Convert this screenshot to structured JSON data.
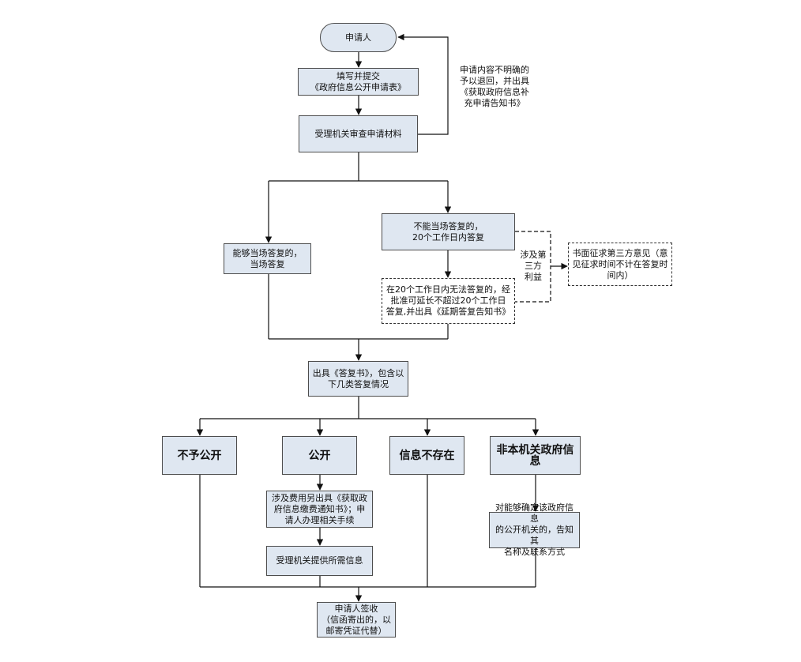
{
  "nodes": {
    "applicant": "申请人",
    "fill_form": "填写并提交\n《政府信息公开申请表》",
    "review": "受理机关审查申请材料",
    "cannot_answer": "不能当场答复的，\n20个工作日内答复",
    "can_answer": "能够当场答复的，\n当场答复",
    "extension": "在20个工作日内无法答复的，经\n批准可延长不超过20个工作日\n答复,并出具《延期答复告知书》",
    "third_party": "书面征求第三方意见（意\n见征求时间不计在答复时\n间内）",
    "reply_letter": "出具《答复书》，包含以\n下几类答复情况",
    "not_public": "不予公开",
    "public": "公开",
    "not_exist": "信息不存在",
    "not_this_org": "非本机关政府信息",
    "fee": "涉及费用另出具《获取政\n府信息缴费通知书》；申\n请人办理相关手续",
    "provide": "受理机关提供所需信息",
    "inform": "对能够确定该政府信息\n的公开机关的，告知其\n名称及联系方式",
    "sign": "申请人签收\n（信函寄出的，以\n邮寄凭证代替）"
  },
  "notes": {
    "return": "申请内容不明确的\n予以退回，并出具\n《获取政府信息补\n充申请告知书》",
    "third_party_label": "涉及第\n三方\n利益"
  }
}
